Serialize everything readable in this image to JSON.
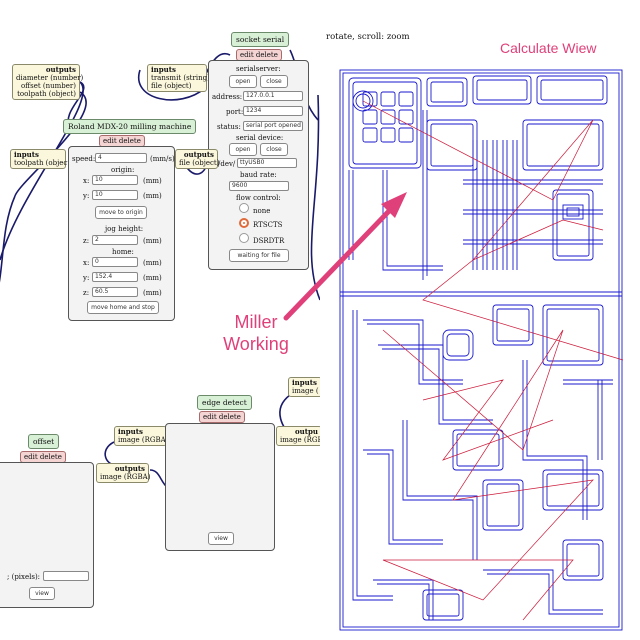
{
  "socket_serial": {
    "title": "socket serial",
    "actions": {
      "edit": "edit",
      "delete": "delete"
    },
    "serialserver_label": "serialserver:",
    "open_label": "open",
    "close_label": "close",
    "address_label": "address:",
    "address_value": "127.0.0.1",
    "port_label": "port:",
    "port_value": "1234",
    "status_label": "status:",
    "status_value": "serial port opened",
    "serial_device_label": "serial device:",
    "device_open_label": "open",
    "device_close_label": "close",
    "dev_label": "/dev/",
    "dev_value": "ttyUSB0",
    "baud_label": "baud rate:",
    "baud_value": "9600",
    "flow_label": "flow control:",
    "flow_options": [
      "none",
      "RTSCTS",
      "DSRDTR"
    ],
    "flow_selected": "RTSCTS",
    "waiting_label": "waiting for file",
    "inputs_box": {
      "title": "inputs",
      "lines": [
        "transmit (string)",
        "file (object)"
      ]
    }
  },
  "roland": {
    "title": "Roland MDX-20 milling machine",
    "actions": {
      "edit": "edit",
      "delete": "delete"
    },
    "speed_label": "speed:",
    "speed_value": "4",
    "speed_unit": "(mm/s)",
    "origin_label": "origin:",
    "x_label": "x:",
    "y_label": "y:",
    "z_label": "z:",
    "origin_x": "10",
    "origin_y": "10",
    "mm": "(mm)",
    "move_origin_label": "move to origin",
    "jog_label": "jog height:",
    "jog_z": "2",
    "home_label": "home:",
    "home_x": "0",
    "home_y": "152.4",
    "home_z": "60.5",
    "move_home_label": "move home and stop",
    "inputs_box": {
      "title": "inputs",
      "lines": [
        "toolpath (object)"
      ]
    },
    "outputs_box": {
      "title": "outputs",
      "lines": [
        "file (object)"
      ]
    }
  },
  "upstream_outputs": {
    "title": "outputs",
    "lines": [
      "diameter (number)",
      "offset (number)",
      "toolpath (object)"
    ]
  },
  "offset_node": {
    "title": "offset",
    "actions": {
      "edit": "edit",
      "delete": "delete"
    },
    "pixels_label": "; (pixels):",
    "view_label": "view"
  },
  "offset_outputs": {
    "title": "outputs",
    "lines": [
      "image (RGBA)"
    ]
  },
  "edge_detect": {
    "title": "edge detect",
    "actions": {
      "edit": "edit",
      "delete": "delete"
    },
    "view_label": "view",
    "inputs_box": {
      "title": "inputs",
      "lines": [
        "image (RGBA)"
      ]
    },
    "outputs_box": {
      "title": "outpu",
      "lines": [
        "image (RGB"
      ]
    }
  },
  "right_inputs_box": {
    "title": "inputs",
    "lines": [
      "image ("
    ]
  },
  "preview": {
    "hint": "rotate, scroll: zoom",
    "calculate_label": "Calculate Wiew"
  },
  "annotation": {
    "line1": "Miller",
    "line2": "Working"
  },
  "colors": {
    "annotation": "#e0407a",
    "trace": "#1a1acc",
    "rapid": "#cc1a3a",
    "node_green": "#d8f0d6",
    "node_red": "#f5d4d4",
    "io_yellow": "#fbf7dc"
  }
}
